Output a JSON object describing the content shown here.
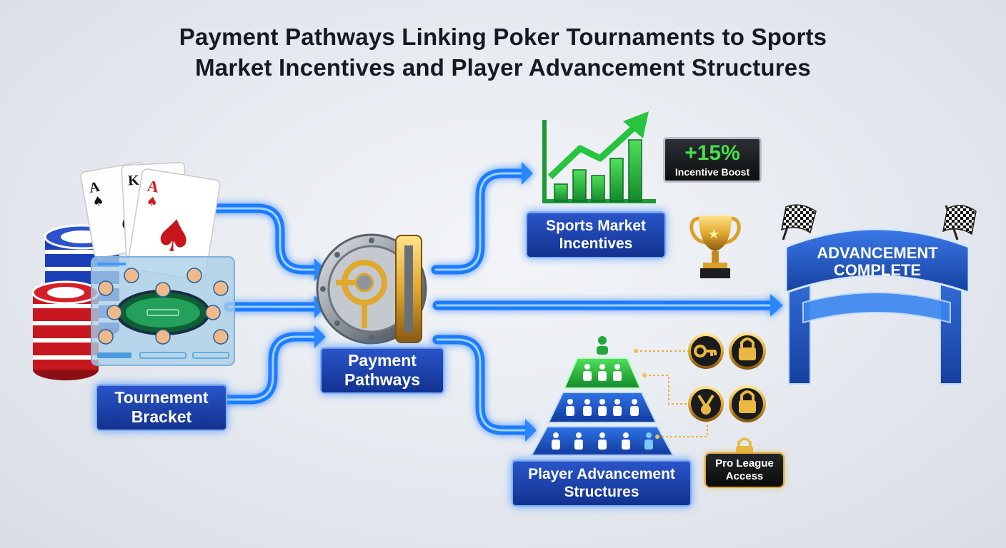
{
  "title": {
    "line1": "Payment Pathways Linking Poker Tournaments to Sports",
    "line2": "Market Incentives and Player Advancement Structures"
  },
  "nodes": {
    "tournament": {
      "line1": "Tournement",
      "line2": "Bracket"
    },
    "payment": {
      "line1": "Payment",
      "line2": "Pathways"
    },
    "sports": {
      "line1": "Sports Market",
      "line2": "Incentives"
    },
    "player": {
      "line1": "Player Advancement",
      "line2": "Structures"
    }
  },
  "incentive_badge": {
    "value": "+15%",
    "caption": "Incentive Boost"
  },
  "pro_badge": {
    "line1": "Pro League",
    "line2": "Access"
  },
  "finish_arch": {
    "line1": "ADVANCEMENT",
    "line2": "COMPLETE"
  },
  "cards": [
    {
      "rank": "A",
      "suit": "♠"
    },
    {
      "rank": "K",
      "suit": "♥"
    },
    {
      "rank": "A",
      "suit": "♠"
    }
  ],
  "icons": [
    "poker-chips",
    "playing-cards",
    "tournament-table",
    "vault",
    "growth-chart",
    "trophy",
    "pyramid",
    "key",
    "lock",
    "medal",
    "checkered-flag"
  ],
  "colors": {
    "flow_blue": "#1e7bff",
    "label_blue": "#173fae",
    "growth_green": "#22b43c",
    "gold": "#e0a82c",
    "badge_green": "#49e04a"
  }
}
